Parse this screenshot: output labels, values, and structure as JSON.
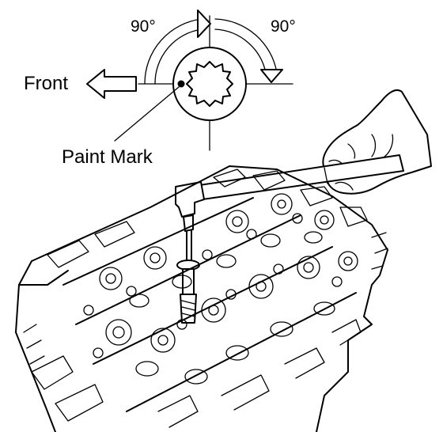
{
  "labels": {
    "angle_left": "90°",
    "angle_right": "90°",
    "front": "Front",
    "paint_mark": "Paint Mark"
  },
  "colors": {
    "ink": "#000000",
    "paper": "#ffffff"
  }
}
